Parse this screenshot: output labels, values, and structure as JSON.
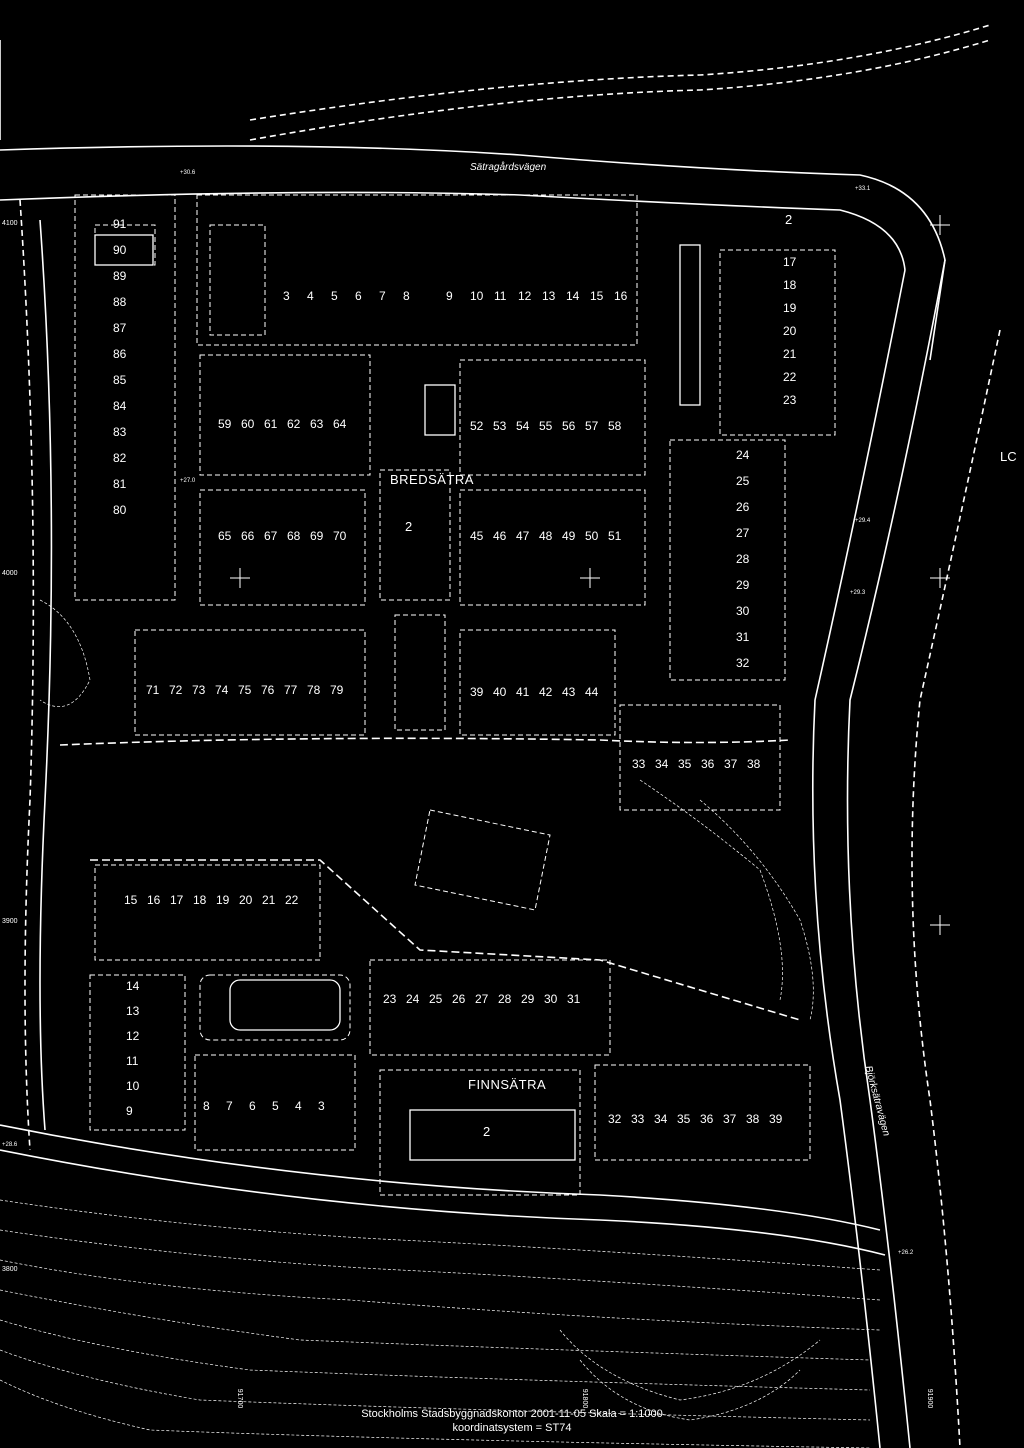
{
  "map": {
    "background": "#000000",
    "ink": "#ffffff",
    "road_labels": {
      "north": "Sätragårdsvägen",
      "east": "Björksätravägen"
    },
    "districts": {
      "north": "BREDSÄTRA",
      "south": "FINNSÄTRA"
    },
    "edge_text": {
      "right": "LC"
    },
    "grid_labels": {
      "y1": "4100",
      "y2": "4000",
      "y3": "3900",
      "y4": "3800",
      "x1": "91700",
      "x2": "91800",
      "x3": "91900"
    },
    "spot_heights": {
      "h1": "+30.6",
      "h2": "+33.1",
      "h3": "+27.0",
      "h4": "+29.4",
      "h5": "+29.3",
      "h6": "+28.6",
      "h7": "+26.2"
    },
    "parcels": {
      "big_block_north": "2",
      "block_center": "2",
      "block_south": "2",
      "row_a": [
        "3",
        "4",
        "5",
        "6",
        "7",
        "8"
      ],
      "row_b": [
        "9",
        "10",
        "11",
        "12",
        "13",
        "14",
        "15",
        "16"
      ],
      "col_left": [
        "91",
        "90",
        "89",
        "88",
        "87",
        "86",
        "85",
        "84",
        "83",
        "82",
        "81",
        "80"
      ],
      "col_right_top": [
        "17",
        "18",
        "19",
        "20",
        "21",
        "22",
        "23"
      ],
      "row_c": [
        "59",
        "60",
        "61",
        "62",
        "63",
        "64"
      ],
      "row_d": [
        "52",
        "53",
        "54",
        "55",
        "56",
        "57",
        "58"
      ],
      "col_right_mid": [
        "24",
        "25",
        "26",
        "27",
        "28",
        "29",
        "30",
        "31",
        "32"
      ],
      "row_e": [
        "65",
        "66",
        "67",
        "68",
        "69",
        "70"
      ],
      "row_f": [
        "45",
        "46",
        "47",
        "48",
        "49",
        "50",
        "51"
      ],
      "row_g": [
        "71",
        "72",
        "73",
        "74",
        "75",
        "76",
        "77",
        "78",
        "79"
      ],
      "row_h": [
        "39",
        "40",
        "41",
        "42",
        "43",
        "44"
      ],
      "row_i": [
        "33",
        "34",
        "35",
        "36",
        "37",
        "38"
      ],
      "row_j": [
        "15",
        "16",
        "17",
        "18",
        "19",
        "20",
        "21",
        "22"
      ],
      "col_k": [
        "14",
        "13",
        "12",
        "11",
        "10",
        "9"
      ],
      "row_l": [
        "23",
        "24",
        "25",
        "26",
        "27",
        "28",
        "29",
        "30",
        "31"
      ],
      "row_m": [
        "8",
        "7",
        "6",
        "5",
        "4",
        "3"
      ],
      "row_n": [
        "32",
        "33",
        "34",
        "35",
        "36",
        "37",
        "38",
        "39"
      ]
    },
    "footer": {
      "line1": "Stockholms Stadsbyggnadskontor    2001-11-05       Skala = 1:1000",
      "line2": "koordinatsystem = ST74"
    }
  }
}
